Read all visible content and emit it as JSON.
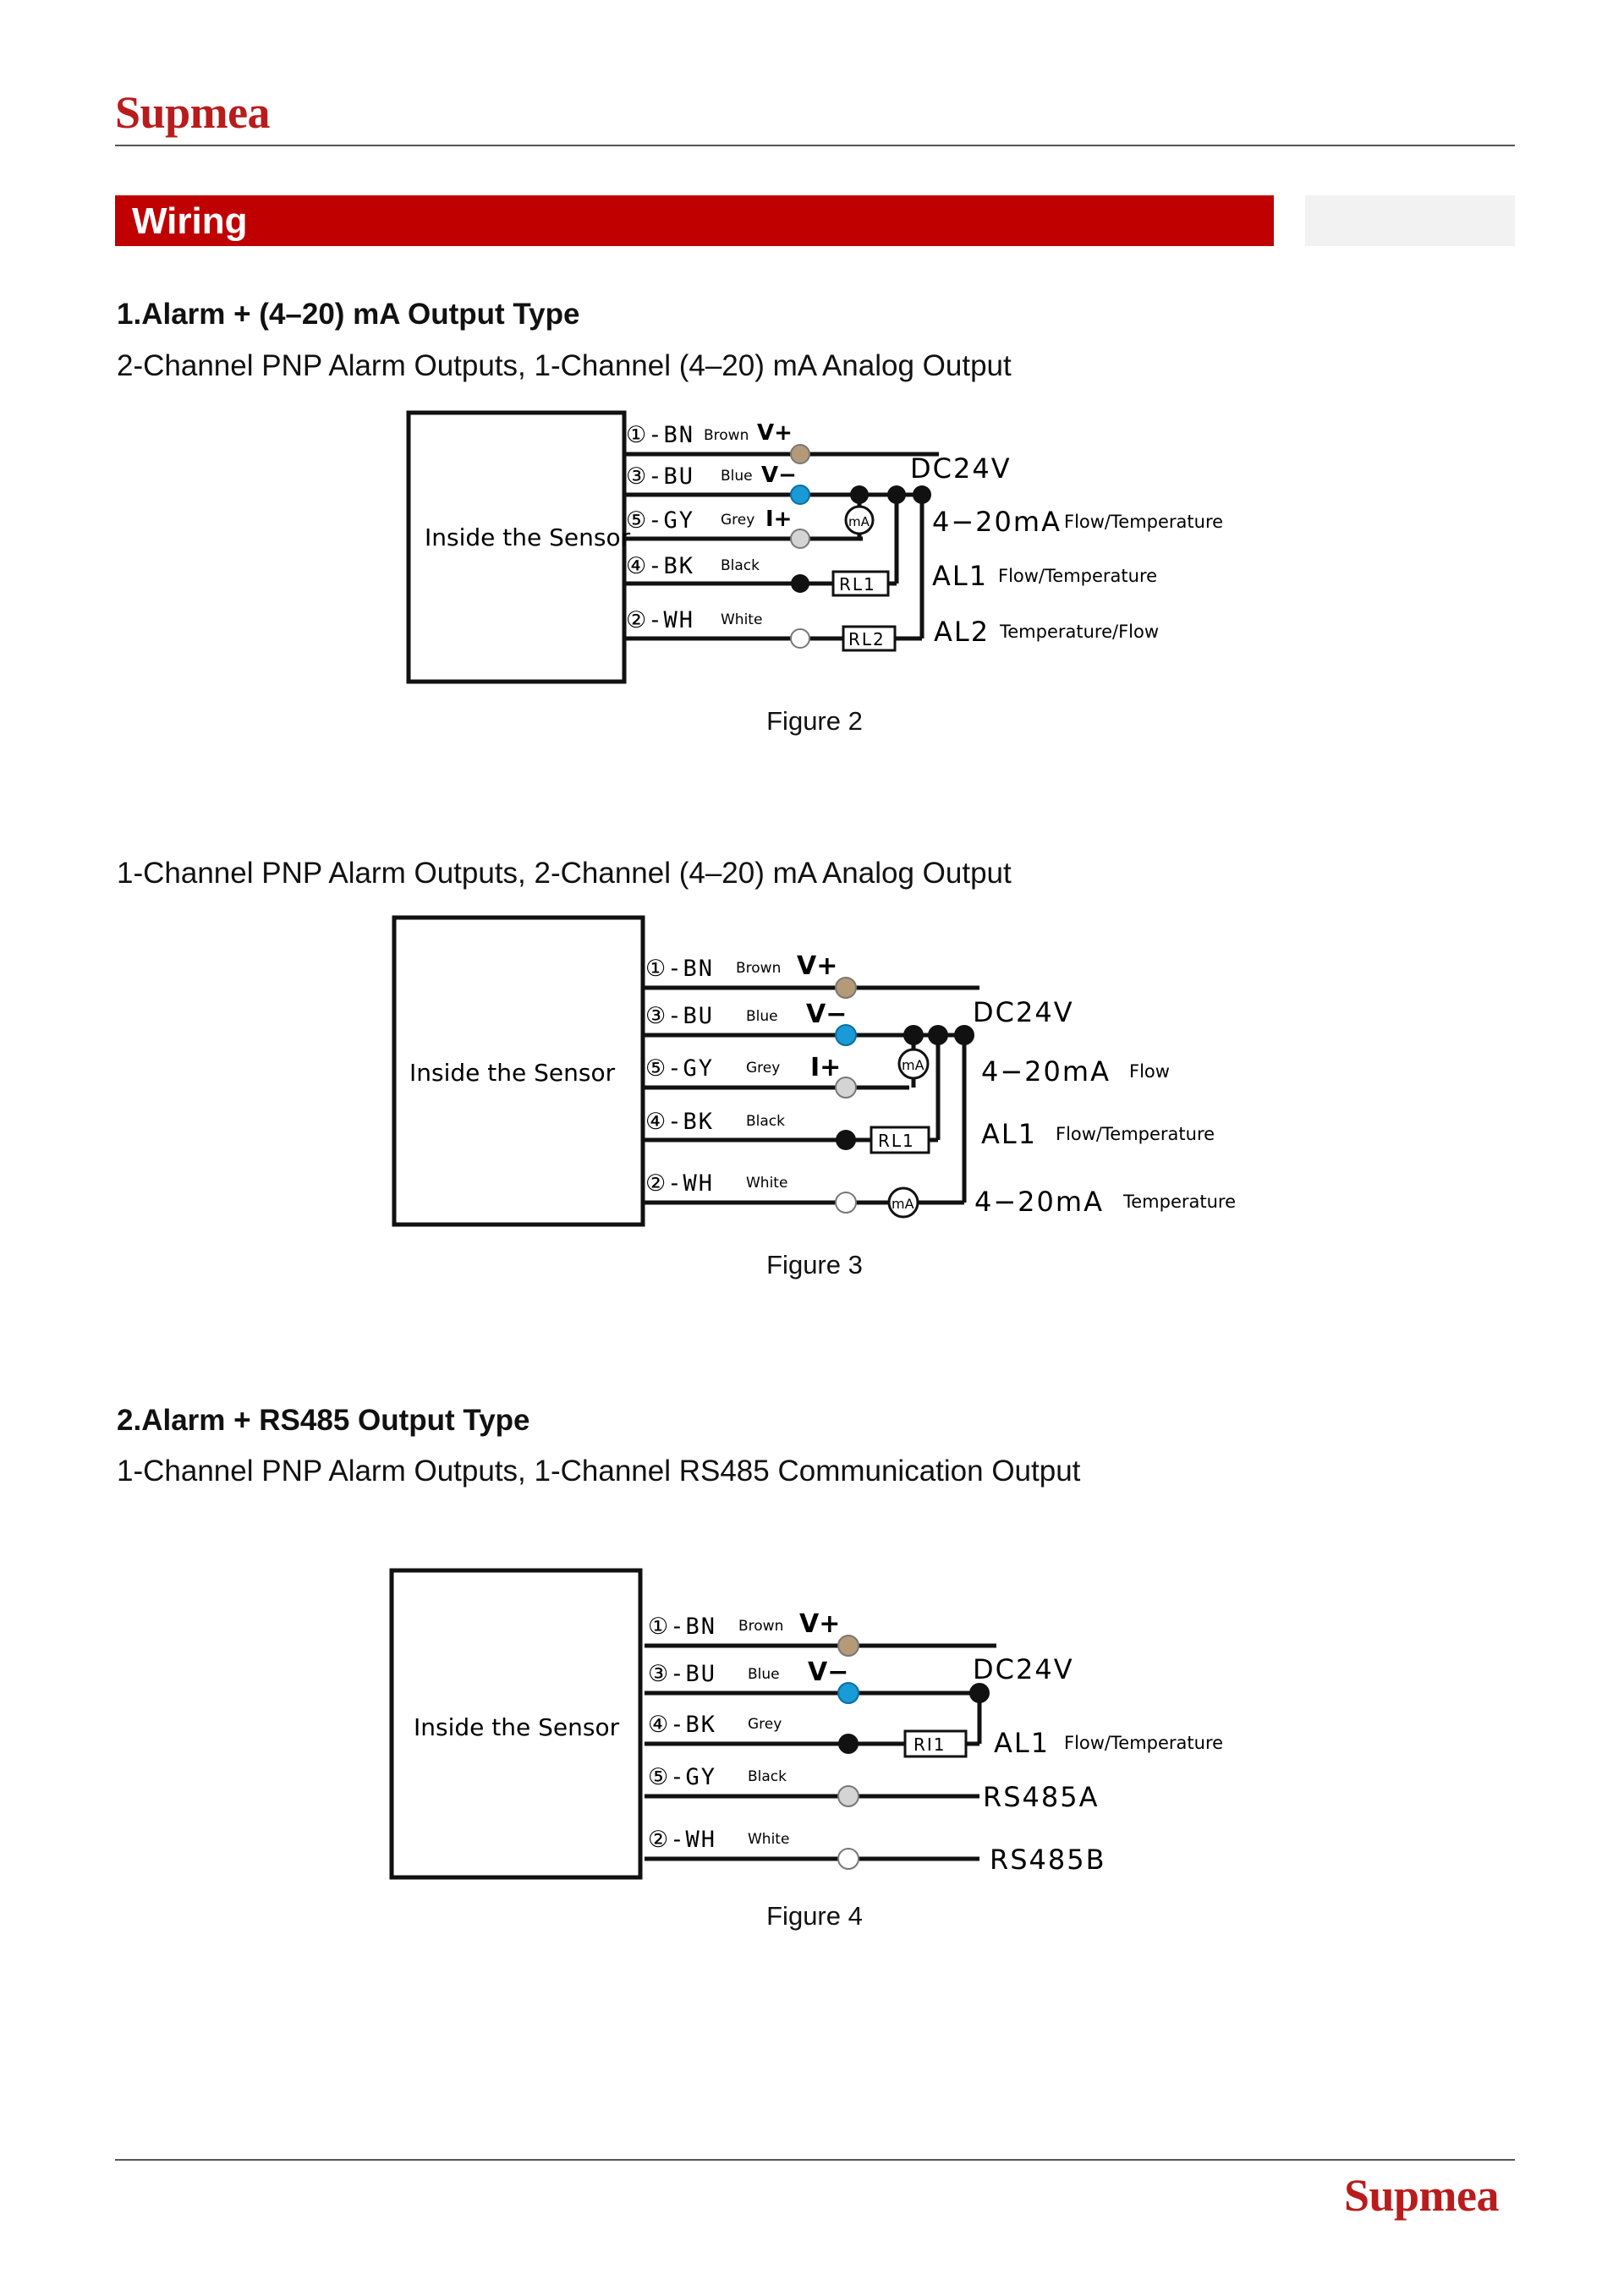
{
  "brand": {
    "logo_text": "Supmea",
    "color": "#b91c1c"
  },
  "banner": {
    "title": "Wiring",
    "color": "#c00000"
  },
  "section1": {
    "heading": "1.Alarm + (4–20) mA Output Type",
    "sub_a": "2-Channel PNP Alarm Outputs, 1-Channel (4–20) mA Analog Output",
    "sub_b": "1-Channel PNP Alarm Outputs, 2-Channel (4–20) mA Analog Output"
  },
  "section2": {
    "heading": "2.Alarm + RS485 Output Type",
    "sub": "1-Channel PNP Alarm Outputs, 1-Channel RS485 Communication Output"
  },
  "figure2": {
    "caption": "Figure 2",
    "sensor_label": "Inside the Sensor",
    "wires": [
      {
        "id": "①-BN",
        "color_name": "Brown",
        "sign": "V+"
      },
      {
        "id": "③-BU",
        "color_name": "Blue",
        "sign": "V−"
      },
      {
        "id": "⑤-GY",
        "color_name": "Grey",
        "sign": "I+"
      },
      {
        "id": "④-BK",
        "color_name": "Black",
        "sign": ""
      },
      {
        "id": "②-WH",
        "color_name": "White",
        "sign": ""
      }
    ],
    "supply": "DC24V",
    "meter": "mA",
    "relays": [
      "RL1",
      "RL2"
    ],
    "outputs": [
      {
        "label": "4−20mA",
        "note": "Flow/Temperature"
      },
      {
        "label": "AL1",
        "note": "Flow/Temperature"
      },
      {
        "label": "AL2",
        "note": "Temperature/Flow"
      }
    ]
  },
  "figure3": {
    "caption": "Figure 3",
    "sensor_label": "Inside the Sensor",
    "wires": [
      {
        "id": "①-BN",
        "color_name": "Brown",
        "sign": "V+"
      },
      {
        "id": "③-BU",
        "color_name": "Blue",
        "sign": "V−"
      },
      {
        "id": "⑤-GY",
        "color_name": "Grey",
        "sign": "I+"
      },
      {
        "id": "④-BK",
        "color_name": "Black",
        "sign": ""
      },
      {
        "id": "②-WH",
        "color_name": "White",
        "sign": ""
      }
    ],
    "supply": "DC24V",
    "meter": "mA",
    "relays": [
      "RL1"
    ],
    "outputs": [
      {
        "label": "4−20mA",
        "note": "Flow"
      },
      {
        "label": "AL1",
        "note": "Flow/Temperature"
      },
      {
        "label": "4−20mA",
        "note": "Temperature"
      }
    ]
  },
  "figure4": {
    "caption": "Figure 4",
    "sensor_label": "Inside the Sensor",
    "wires": [
      {
        "id": "①-BN",
        "color_name": "Brown",
        "sign": "V+"
      },
      {
        "id": "③-BU",
        "color_name": "Blue",
        "sign": "V−"
      },
      {
        "id": "④-BK",
        "color_name": "Grey",
        "sign": ""
      },
      {
        "id": "⑤-GY",
        "color_name": "Black",
        "sign": ""
      },
      {
        "id": "②-WH",
        "color_name": "White",
        "sign": ""
      }
    ],
    "supply": "DC24V",
    "relays": [
      "RI1"
    ],
    "outputs": [
      {
        "label": "AL1",
        "note": "Flow/Temperature"
      },
      {
        "label": "RS485A",
        "note": ""
      },
      {
        "label": "RS485B",
        "note": ""
      }
    ]
  },
  "wire_colors": {
    "brown": "#b59a78",
    "blue": "#1a9ad6",
    "grey": "#d4d4d4",
    "black": "#111111",
    "white": "#ffffff"
  }
}
